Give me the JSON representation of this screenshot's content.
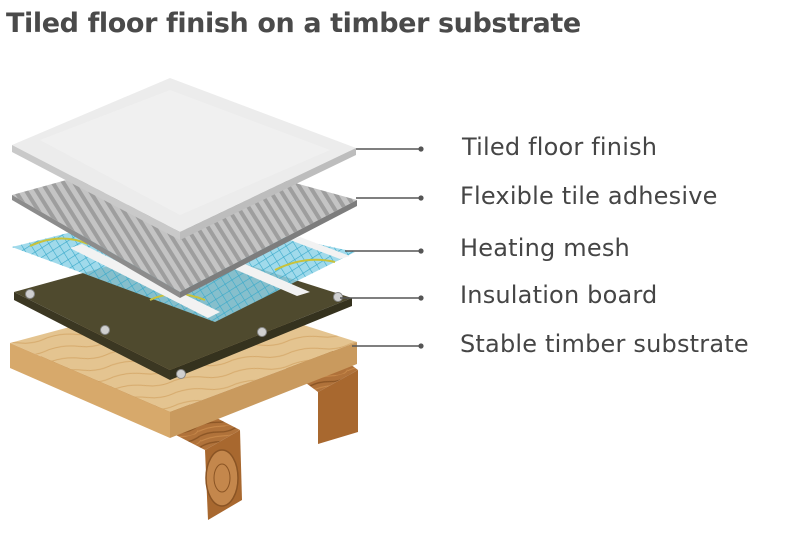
{
  "title": "Tiled floor finish on a timber substrate",
  "layers": [
    {
      "label": "Tiled floor finish"
    },
    {
      "label": "Flexible tile adhesive"
    },
    {
      "label": "Heating mesh"
    },
    {
      "label": "Insulation board"
    },
    {
      "label": "Stable timber substrate"
    }
  ],
  "colors": {
    "tile": "#e9e9e9",
    "adhesive": "#bdbdbd",
    "mesh": "#8fd3e8",
    "board": "#4f4a2e",
    "timber": "#e2bf8c",
    "joist": "#b07438",
    "leader": "#555555"
  }
}
